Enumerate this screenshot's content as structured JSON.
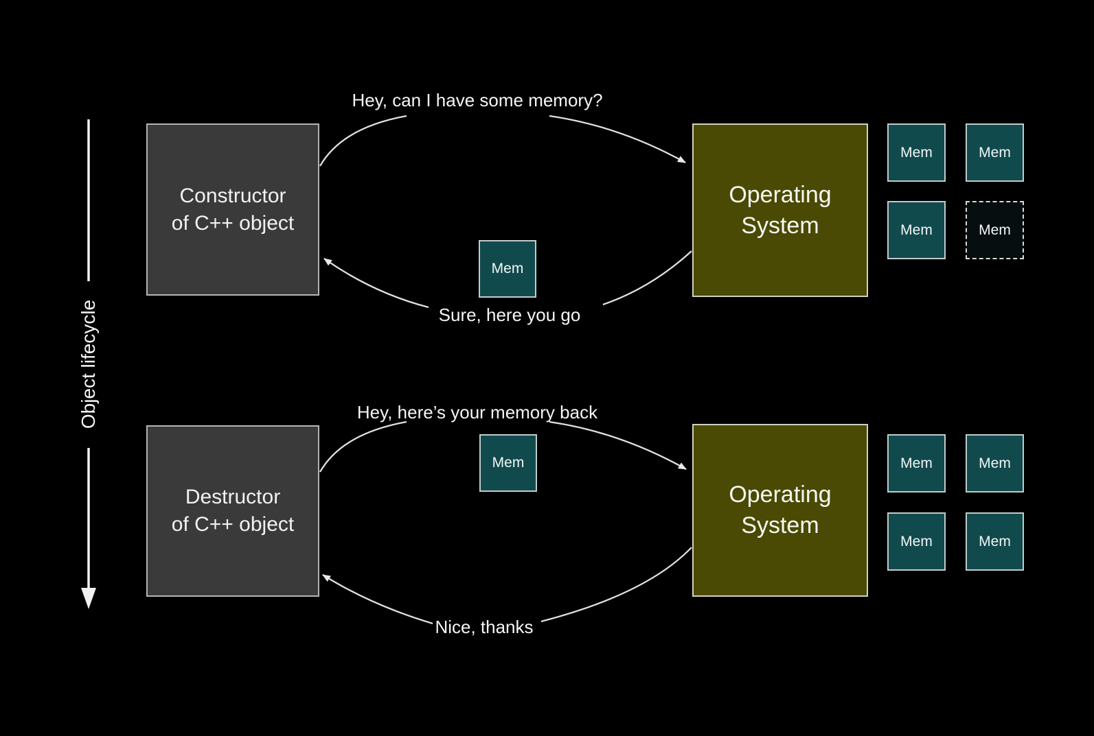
{
  "slide": {
    "kind": "diagram",
    "topic": "C++ object memory lifecycle"
  },
  "colors": {
    "background": "#000000",
    "actor_box": "#3a3a3a",
    "os_box": "#4a4a04",
    "mem_box": "#114a4d",
    "dashed_mem_box": "#060e0f",
    "arrow": "#e9e9e9",
    "text": "#f4f4f4"
  },
  "lifecycle_axis": {
    "label": "Object lifecycle"
  },
  "sections": {
    "construction": {
      "actor": {
        "line1": "Constructor",
        "line2": "of C++ object"
      },
      "os": {
        "line1": "Operating",
        "line2": "System"
      },
      "request_label": "Hey, can I have some memory?",
      "response_label": "Sure, here you go",
      "transfer_mem": {
        "label": "Mem"
      },
      "os_memory_pool": {
        "cells": [
          {
            "label": "Mem",
            "state": "available"
          },
          {
            "label": "Mem",
            "state": "available"
          },
          {
            "label": "Mem",
            "state": "available"
          },
          {
            "label": "Mem",
            "state": "handed-out-dashed"
          }
        ]
      }
    },
    "destruction": {
      "actor": {
        "line1": "Destructor",
        "line2": "of C++ object"
      },
      "os": {
        "line1": "Operating",
        "line2": "System"
      },
      "request_label": "Hey, here’s your memory back",
      "response_label": "Nice, thanks",
      "transfer_mem": {
        "label": "Mem"
      },
      "os_memory_pool": {
        "cells": [
          {
            "label": "Mem",
            "state": "available"
          },
          {
            "label": "Mem",
            "state": "available"
          },
          {
            "label": "Mem",
            "state": "available"
          },
          {
            "label": "Mem",
            "state": "available"
          }
        ]
      }
    }
  }
}
